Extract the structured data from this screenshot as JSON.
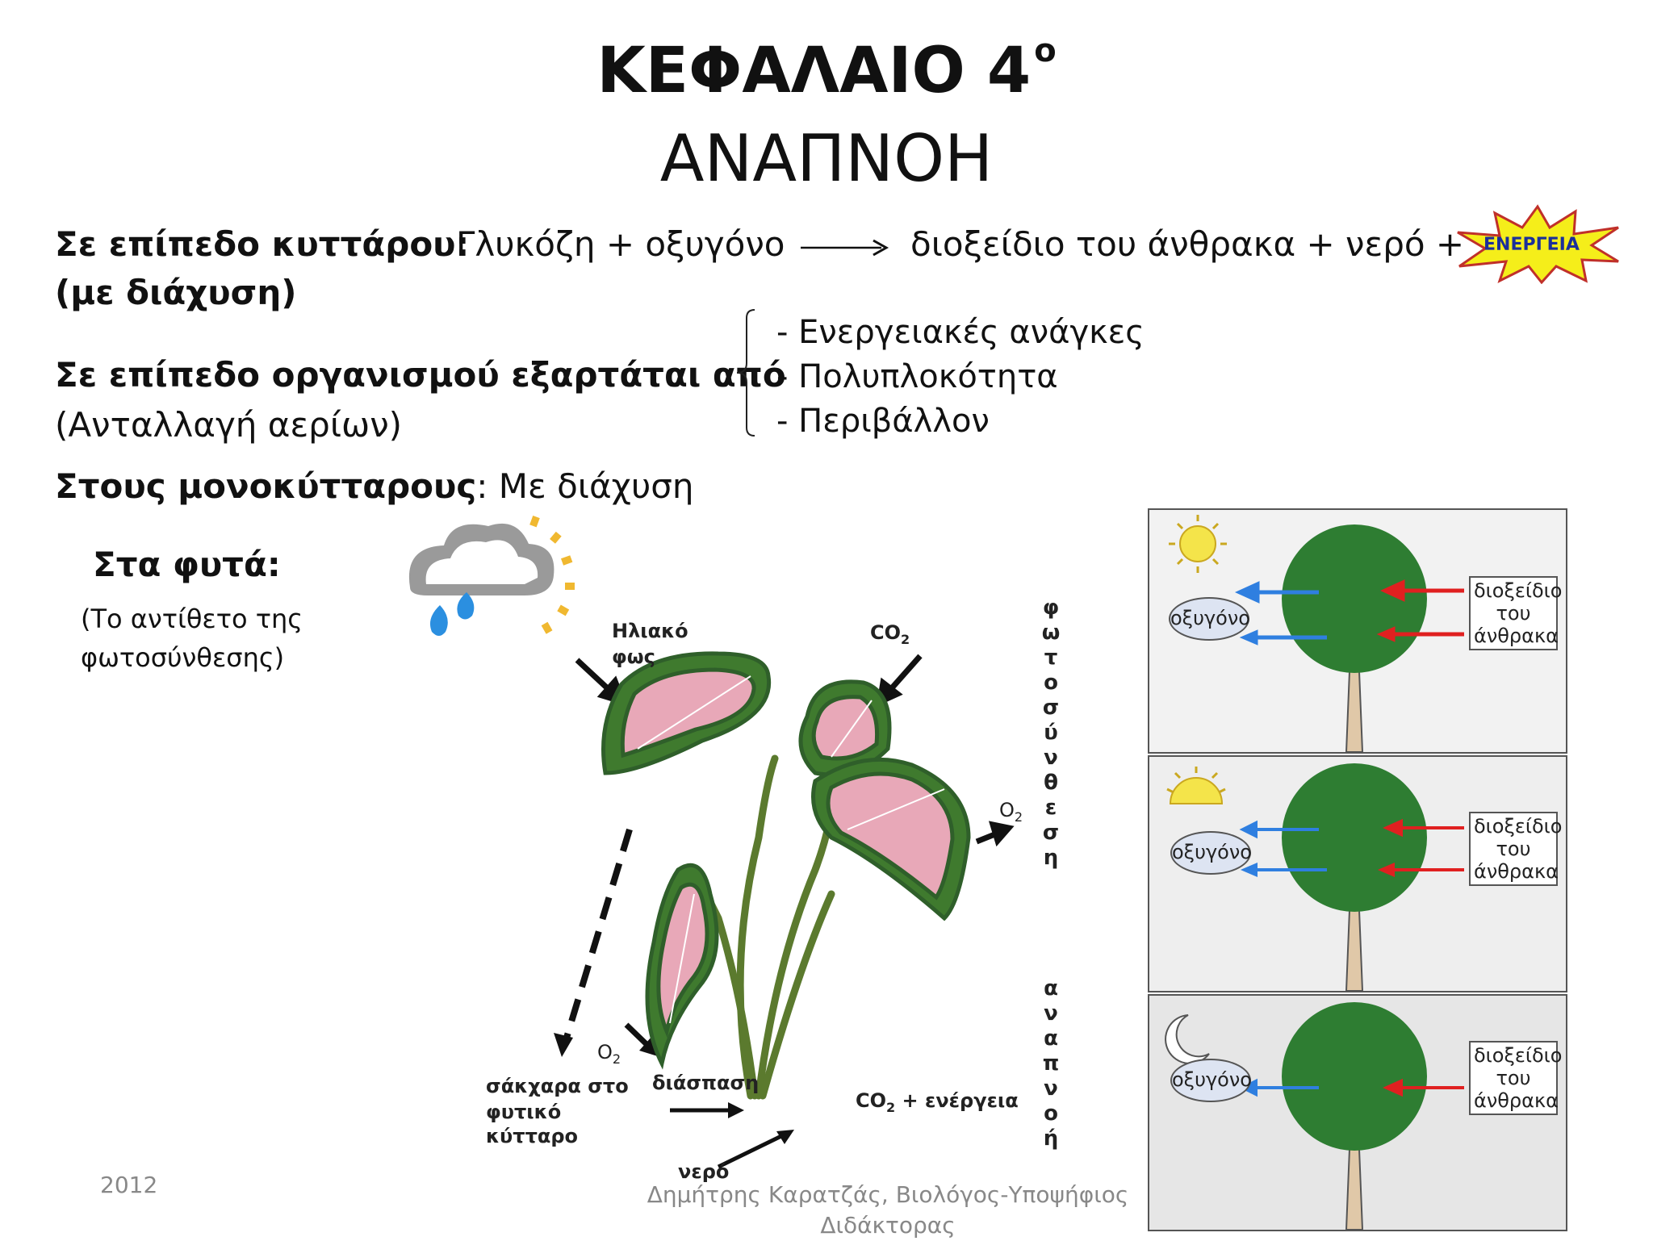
{
  "header": {
    "title": "ΚΕΦΑΛΑΙΟ 4",
    "title_sup": "ο",
    "subtitle": "ΑΝΑΠΝΟΗ"
  },
  "cell_level": {
    "label": "Σε επίπεδο κυττάρου:",
    "reactants": "Γλυκόζη + οξυγόνο",
    "products": "διοξείδιο του άνθρακα + νερό +",
    "energy_badge": "ΕΝΕΡΓΕΙΑ",
    "note": "(με διάχυση)"
  },
  "organism_level": {
    "label": "Σε επίπεδο οργανισμού εξαρτάται από",
    "note": "(Ανταλλαγή αερίων)",
    "factors": [
      "- Ενεργειακές ανάγκες",
      "- Πολυπλοκότητα",
      "- Περιβάλλον"
    ]
  },
  "unicellular": {
    "label": "Στους μονοκύτταρους",
    "text": ":  Με διάχυση"
  },
  "plants": {
    "label": "Στα φυτά:",
    "note_line1": "(Το αντίθετο της",
    "note_line2": "φωτοσύνθεσης)"
  },
  "plant_diagram": {
    "sunlight_l1": "Ηλιακό",
    "sunlight_l2": "φως",
    "co2_top": "CO",
    "co2_top_sub": "2",
    "o2_right": "O",
    "o2_right_sub": "2",
    "o2_bottom": "O",
    "o2_bottom_sub": "2",
    "breakdown": "διάσπαση",
    "sugars_l1": "σάκχαρα στο",
    "sugars_l2": "φυτικό",
    "sugars_l3": "κύτταρο",
    "water": "νερό",
    "co2_energy": "CO",
    "co2_energy_sub": "2",
    "co2_energy_rest": " + ενέργεια",
    "photosynthesis_vertical": [
      "φ",
      "ω",
      "τ",
      "ο",
      "σ",
      "ύ",
      "ν",
      "θ",
      "ε",
      "σ",
      "η"
    ],
    "respiration_vertical": [
      "α",
      "ν",
      "α",
      "π",
      "ν",
      "ο",
      "ή"
    ]
  },
  "tree_panels": {
    "oxygen": "οξυγόνο",
    "co2_l1": "διοξείδιο",
    "co2_l2": "του",
    "co2_l3": "άνθρακα",
    "colors": {
      "oxygen_arrow": "#2f7fe0",
      "co2_arrow": "#e02020",
      "foliage": "#2e7d32"
    }
  },
  "footer": {
    "year": "2012",
    "author_l1": "Δημήτρης Καρατζάς, Βιολόγος-Υποψήφιος",
    "author_l2": "Διδάκτορας"
  }
}
